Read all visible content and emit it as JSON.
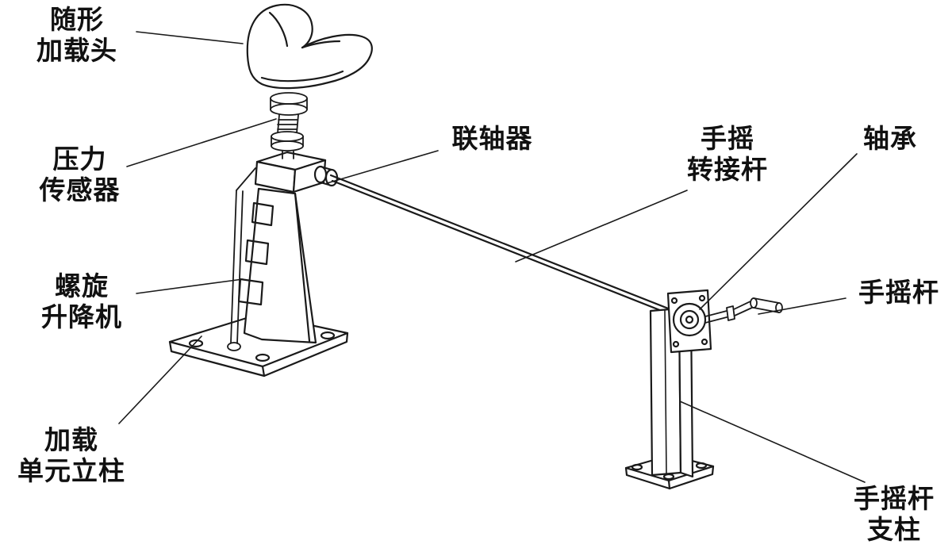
{
  "figure": {
    "description": "Mechanical schematic of a loading test rig with hand crank drive"
  },
  "colors": {
    "background": "#ffffff",
    "line": "#1a1a1a"
  },
  "labels": {
    "loading_head": {
      "line1": "随形",
      "line2": "加载头"
    },
    "pressure_sensor": {
      "line1": "压力",
      "line2": "传感器"
    },
    "screw_jack": {
      "line1": "螺旋",
      "line2": "升降机"
    },
    "loading_column": {
      "line1": "加载",
      "line2": "单元立柱"
    },
    "coupling": {
      "line1": "联轴器"
    },
    "crank_adapter": {
      "line1": "手摇",
      "line2": "转接杆"
    },
    "bearing": {
      "line1": "轴承"
    },
    "crank_lever": {
      "line1": "手摇杆"
    },
    "crank_support": {
      "line1": "手摇杆",
      "line2": "支柱"
    }
  }
}
